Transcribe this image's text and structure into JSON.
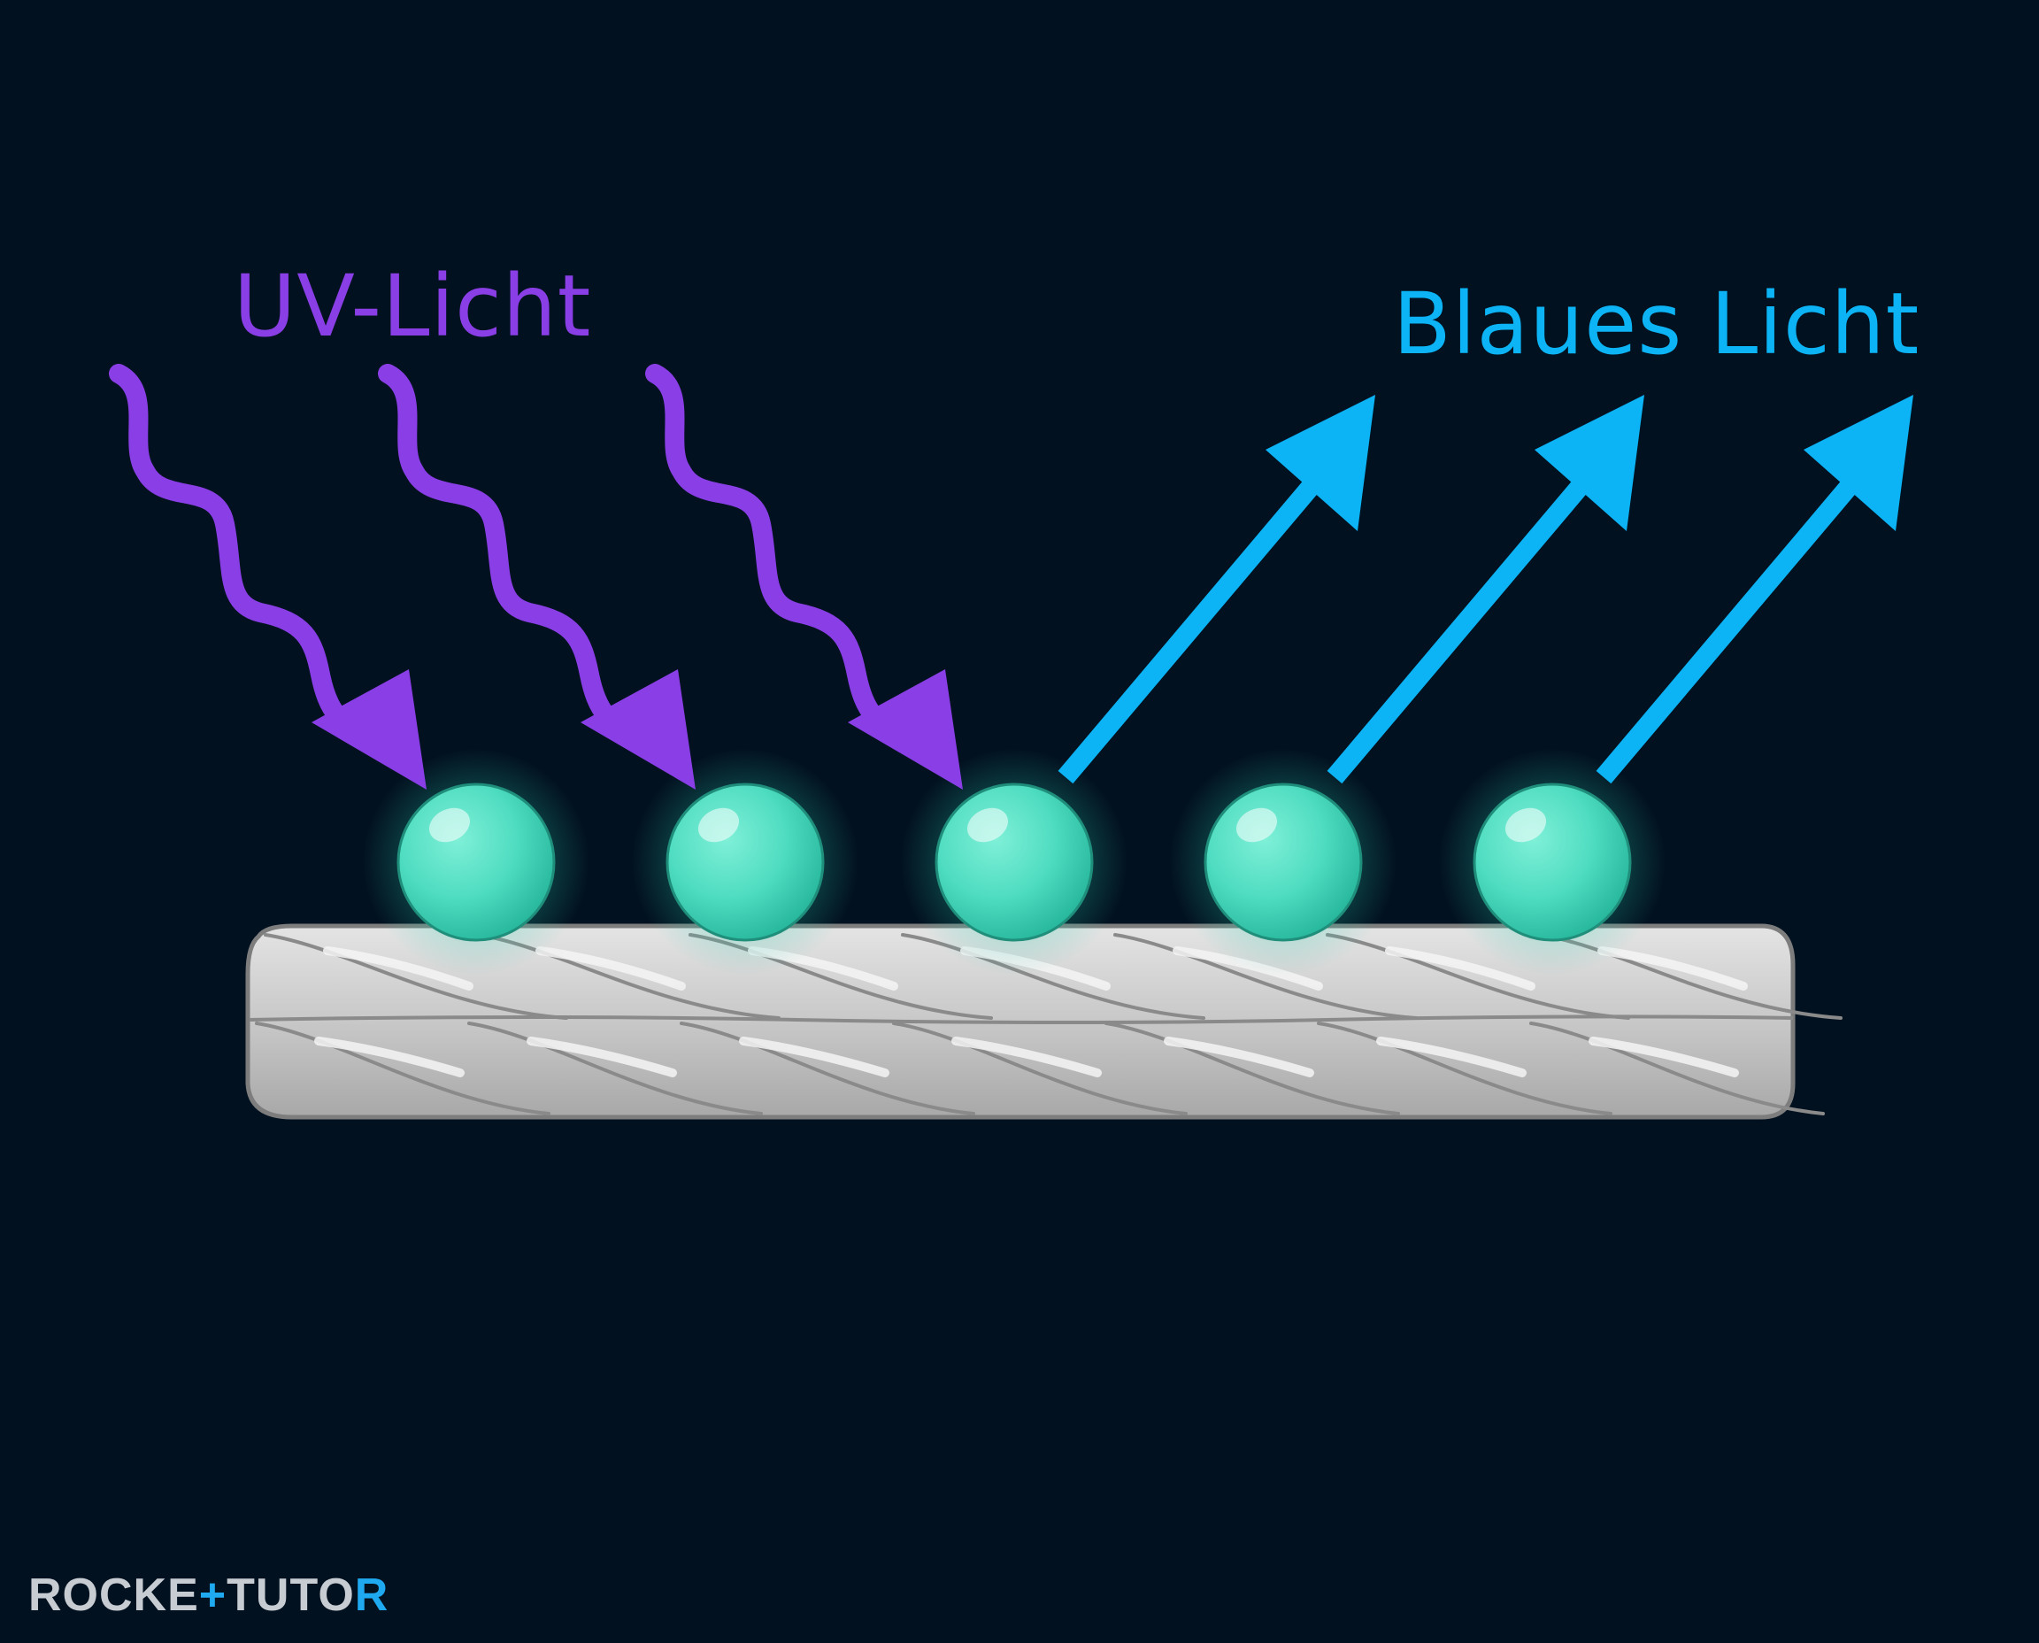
{
  "labels": {
    "uv_light": "UV-Licht",
    "blue_light": "Blaues Licht"
  },
  "logo": {
    "text": "ROCKETUTOR",
    "part1": "ROCKE",
    "part2": "TUTO",
    "part3": "R"
  },
  "colors": {
    "background": "#021120",
    "uv": "#8a3fe6",
    "blue": "#0cb4f5",
    "particle": "#3fe0c0",
    "fiber": "#c9c9c9",
    "logo_accent": "#1fa9f0"
  },
  "diagram": {
    "incoming_wave_count": 3,
    "outgoing_arrow_count": 3,
    "particle_count": 5
  }
}
